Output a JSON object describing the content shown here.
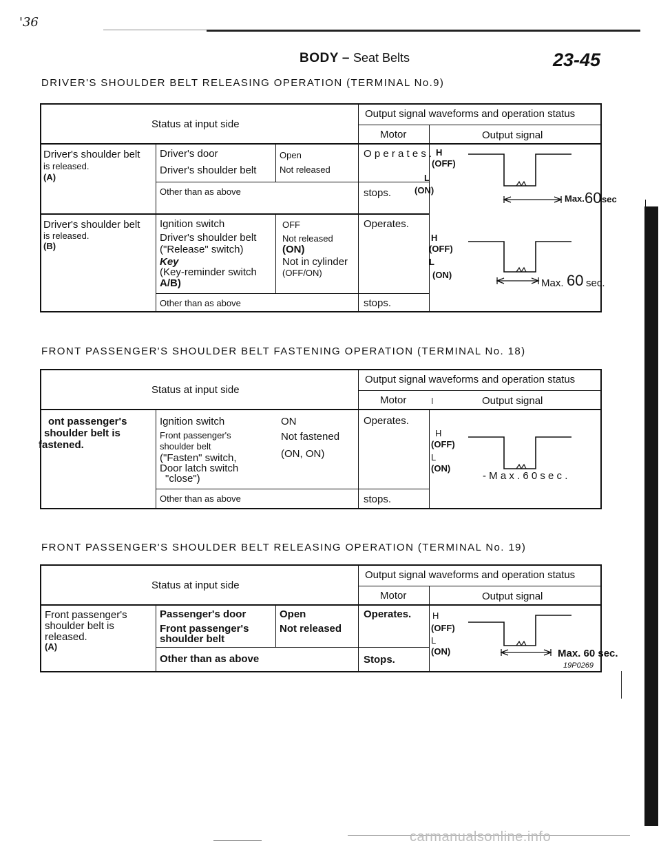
{
  "corner_mark": "'36",
  "header": {
    "section": "BODY",
    "dash": "–",
    "subtitle": "Seat Belts",
    "page_number": "23-45"
  },
  "watermark": "carmanualsonline.info",
  "sec1": {
    "title": "DRIVER'S SHOULDER BELT RELEASING OPERATION (TERMINAL No.9)",
    "head": {
      "status": "Status at input side",
      "waveforms": "Output signal waveforms and operation status",
      "motor": "Motor",
      "signal": "Output signal"
    },
    "row_a": {
      "cond": [
        "Driver's shoulder belt",
        "is released.",
        "(A)"
      ],
      "items": [
        "Driver's door",
        "Driver's shoulder belt"
      ],
      "vals": [
        "Open",
        "Not released"
      ],
      "motor": "O p e r a t e s .",
      "other": "Other than as above",
      "motor_other": "stops."
    },
    "row_b": {
      "cond": [
        "Driver's shoulder belt",
        "is released.",
        "(B)"
      ],
      "items": [
        "Ignition switch",
        "Driver's shoulder belt",
        "(\"Release\" switch)",
        "Key",
        "(Key-reminder switch",
        "A/B)"
      ],
      "vals": [
        "OFF",
        "Not released",
        "(ON)",
        "Not in cylinder",
        "(OFF/ON)"
      ],
      "motor": "Operates.",
      "other": "Other than as above",
      "motor_other": "stops."
    },
    "wave_a": {
      "h": "H",
      "off": "(OFF)",
      "l": "L",
      "on": "(ON)",
      "max": "Max.",
      "num": "60",
      "unit": "sec"
    },
    "wave_b": {
      "h": "H",
      "off": "(OFF)",
      "l": "L",
      "on": "(ON)",
      "max": "Max.",
      "num": "60",
      "unit": "sec."
    }
  },
  "sec2": {
    "title": "FRONT PASSENGER'S SHOULDER BELT FASTENING OPERATION (TERMINAL No. 18)",
    "head": {
      "status": "Status at input side",
      "waveforms": "Output signal waveforms and operation status",
      "motor": "Motor",
      "signal": "Output signal"
    },
    "cond": [
      "ont passenger's",
      "shoulder belt is",
      "fastened."
    ],
    "items": [
      "Ignition switch",
      "Front passenger's",
      "shoulder belt",
      "(\"Fasten\" switch,",
      "Door latch switch",
      "\"close\")"
    ],
    "vals": [
      "ON",
      "Not fastened",
      "(ON, ON)"
    ],
    "motor": "Operates.",
    "other": "Other than as above",
    "motor_other": "stops.",
    "wave": {
      "h": "H",
      "off": "(OFF)",
      "l": "L",
      "on": "(ON)",
      "max": "- M a x .   6 0   s e c ."
    }
  },
  "sec3": {
    "title": "FRONT PASSENGER'S SHOULDER BELT RELEASING OPERATION (TERMINAL No. 19)",
    "head": {
      "status": "Status at input side",
      "waveforms": "Output signal waveforms and operation status",
      "motor": "Motor",
      "signal": "Output signal"
    },
    "cond": [
      "Front passenger's",
      "shoulder belt is",
      "released.",
      "(A)"
    ],
    "items": [
      "Passenger's door",
      "Front passenger's",
      "shoulder belt"
    ],
    "vals": [
      "Open",
      "Not released"
    ],
    "motor": "Operates.",
    "other": "Other than as above",
    "motor_other": "Stops.",
    "wave": {
      "h": "H",
      "off": "(OFF)",
      "l": "L",
      "on": "(ON)",
      "max": "Max. 60 sec."
    },
    "figure_code": "19P0269"
  }
}
